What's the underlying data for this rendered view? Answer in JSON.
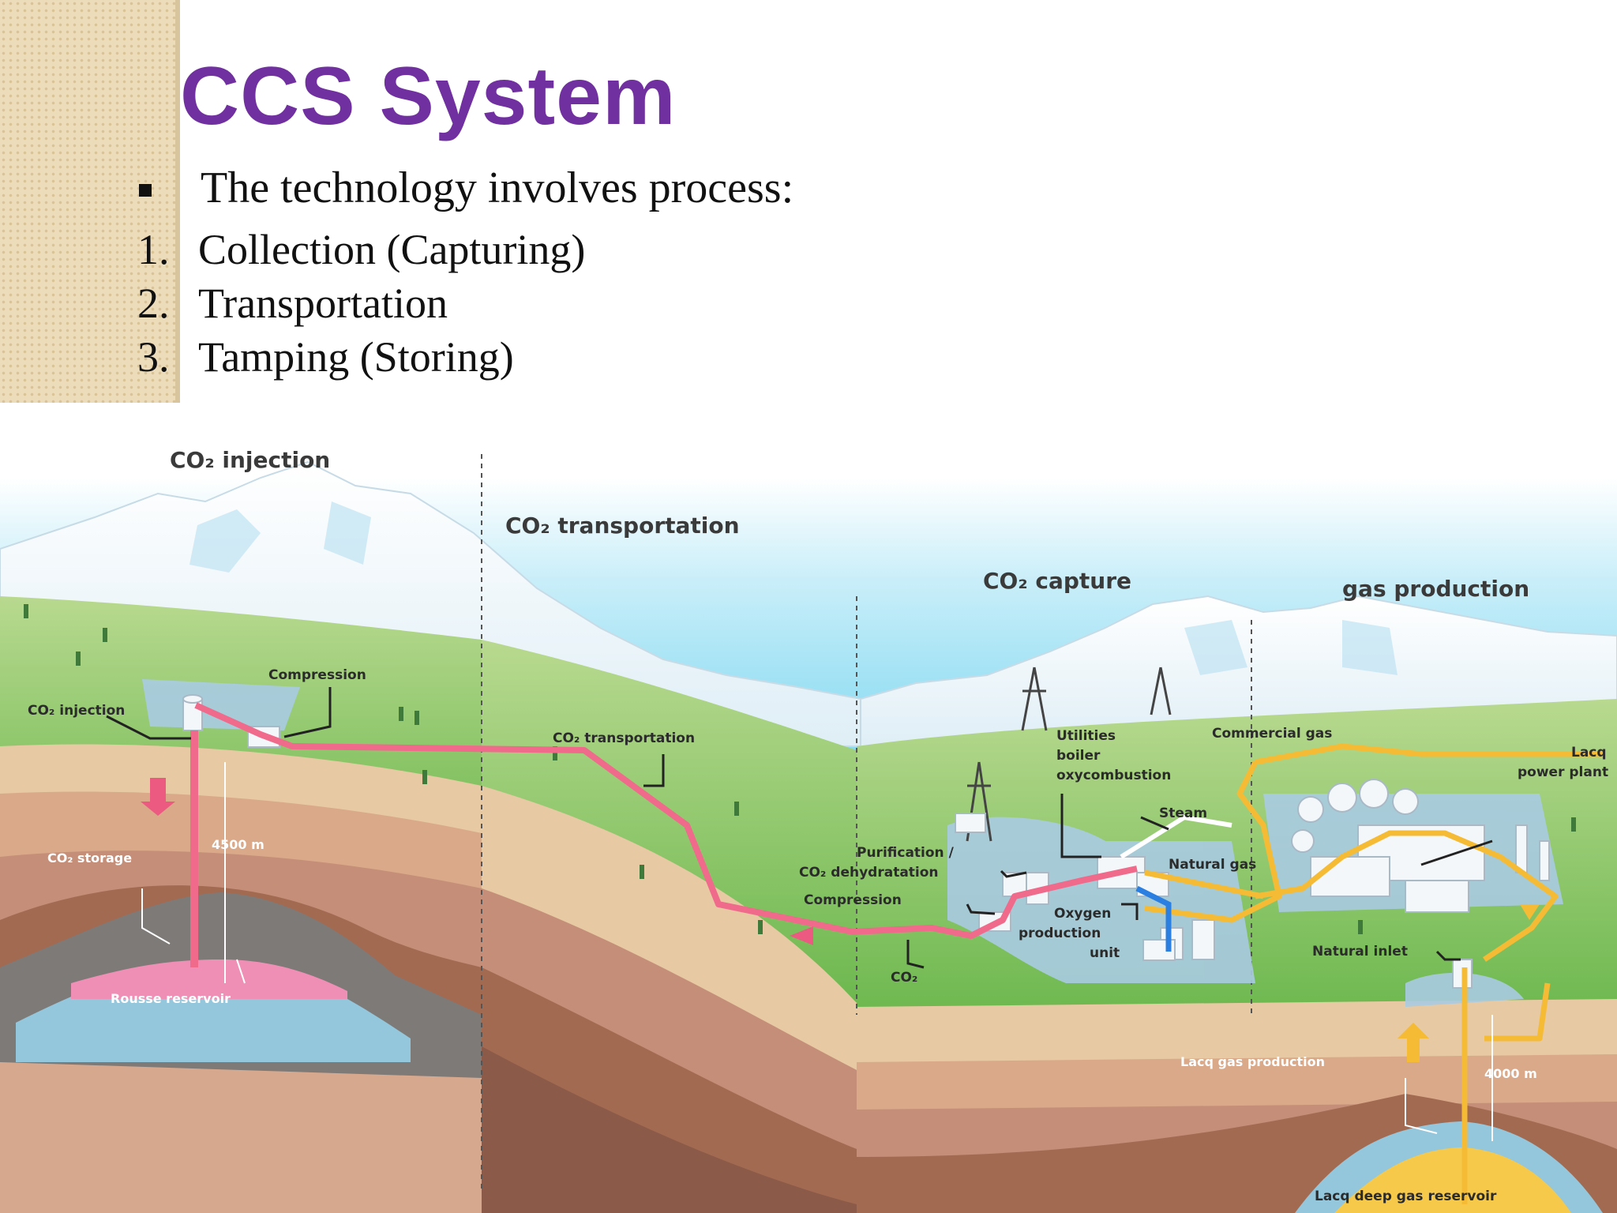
{
  "slide": {
    "title": "CCS System",
    "bullet": "The technology involves process:",
    "steps": [
      {
        "num": "1.",
        "label": "Collection (Capturing)"
      },
      {
        "num": "2.",
        "label": "Transportation"
      },
      {
        "num": "3.",
        "label": "Tamping (Storing)"
      }
    ]
  },
  "diagram": {
    "sections": {
      "injection": "CO₂ injection",
      "transportation": "CO₂ transportation",
      "capture": "CO₂ capture",
      "gas_production": "gas production"
    },
    "labels": {
      "compression_left": "Compression",
      "co2_injection": "CO₂ injection",
      "co2_transportation": "CO₂ transportation",
      "co2_storage": "CO₂ storage",
      "depth_left": "4500 m",
      "rousse_reservoir": "Rousse reservoir",
      "purification": "Purification /",
      "dehydration": "CO₂ dehydratation",
      "compression_right": "Compression",
      "co2": "CO₂",
      "utilities": "Utilities",
      "boiler": "boiler",
      "oxycombustion": "oxycombustion",
      "steam": "Steam",
      "natural_gas": "Natural gas",
      "oxygen": "Oxygen",
      "production": "production",
      "unit": "unit",
      "commercial_gas": "Commercial gas",
      "lacq": "Lacq",
      "power_plant": "power plant",
      "natural_inlet": "Natural inlet",
      "lacq_gas_production": "Lacq gas production",
      "depth_right": "4000 m",
      "lacq_deep_reservoir": "Lacq deep gas reservoir"
    },
    "colors": {
      "sky": "#5fd0ee",
      "grass": "#86c462",
      "co2_pipe": "#f06a8c",
      "gas_pipe": "#f5bb35",
      "oxygen_pipe": "#2b7fe0",
      "title": "#7030a0"
    }
  }
}
